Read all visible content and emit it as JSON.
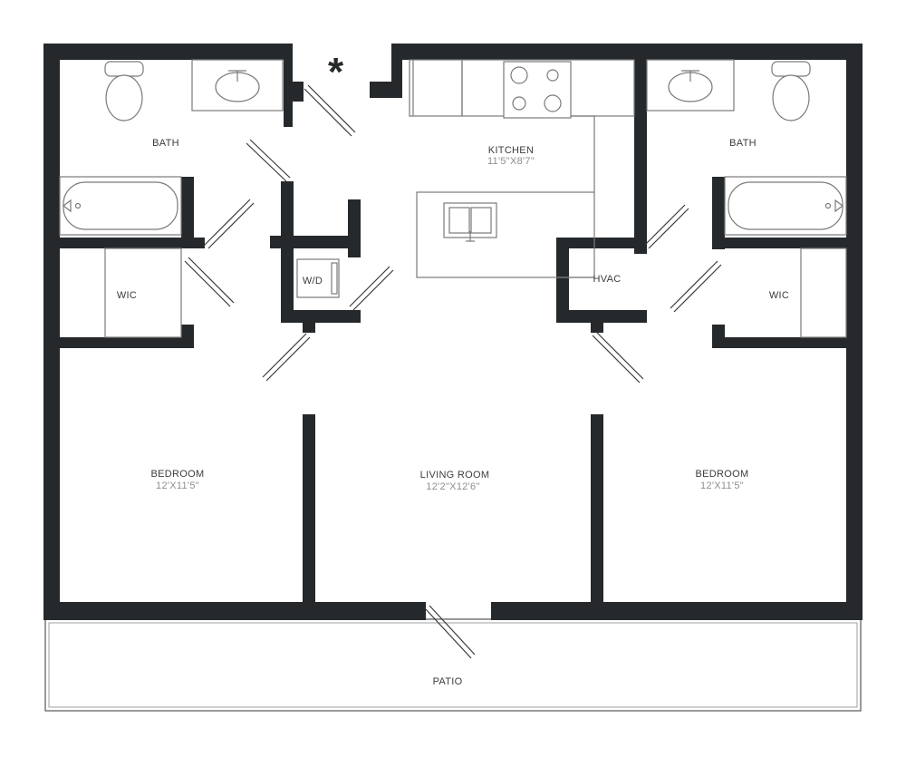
{
  "rooms": {
    "bath_left": {
      "name": "BATH"
    },
    "bath_right": {
      "name": "BATH"
    },
    "kitchen": {
      "name": "KITCHEN",
      "dims": "11'5\"X8'7\""
    },
    "wic_left": {
      "name": "WIC"
    },
    "wic_right": {
      "name": "WIC"
    },
    "wd": {
      "name": "W/D"
    },
    "hvac": {
      "name": "HVAC"
    },
    "bedroom_left": {
      "name": "BEDROOM",
      "dims": "12'X11'5\""
    },
    "living": {
      "name": "LIVING ROOM",
      "dims": "12'2\"X12'6\""
    },
    "bedroom_right": {
      "name": "BEDROOM",
      "dims": "12'X11'5\""
    },
    "patio": {
      "name": "PATIO"
    }
  },
  "entry_marker": "*",
  "colors": {
    "wall": "#26292b",
    "fixture": "#7a7a7a"
  }
}
